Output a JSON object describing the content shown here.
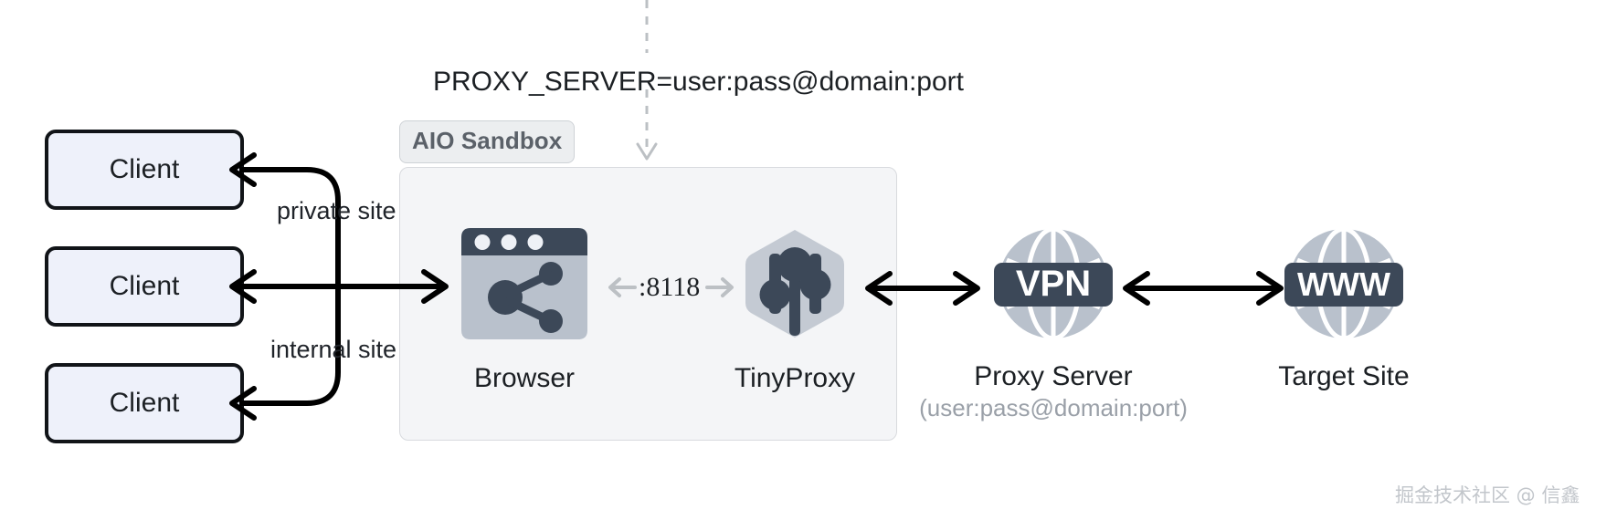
{
  "diagram": {
    "env_var": "PROXY_SERVER=user:pass@domain:port",
    "sandbox_tag": "AIO Sandbox",
    "clients": [
      {
        "label": "Client"
      },
      {
        "label": "Client"
      },
      {
        "label": "Client"
      }
    ],
    "edge_labels": {
      "top": "private site",
      "bottom": "internal site"
    },
    "port_label": ":8118",
    "nodes": {
      "browser": {
        "label": "Browser",
        "icon": "browser-window-share-icon"
      },
      "tinyproxy": {
        "label": "TinyProxy",
        "icon": "hexagon-sliders-icon"
      },
      "proxy_server": {
        "label": "Proxy Server",
        "sublabel": "(user:pass@domain:port)",
        "icon": "globe-vpn-icon",
        "badge_text": "VPN"
      },
      "target_site": {
        "label": "Target Site",
        "icon": "globe-www-icon",
        "badge_text": "WWW"
      }
    },
    "watermark": "掘金技术社区 @ 信鑫",
    "colors": {
      "client_fill": "#eef1fa",
      "client_stroke": "#111418",
      "sandbox_fill": "#f4f5f7",
      "sandbox_stroke": "#d8dade",
      "icon_dark": "#3c4858",
      "icon_light": "#b9c1cc",
      "icon_mid": "#c4cad3",
      "arrow": "#000000",
      "dashed_arrow": "#bcc0c4",
      "muted_text": "#9aa0a8"
    }
  }
}
